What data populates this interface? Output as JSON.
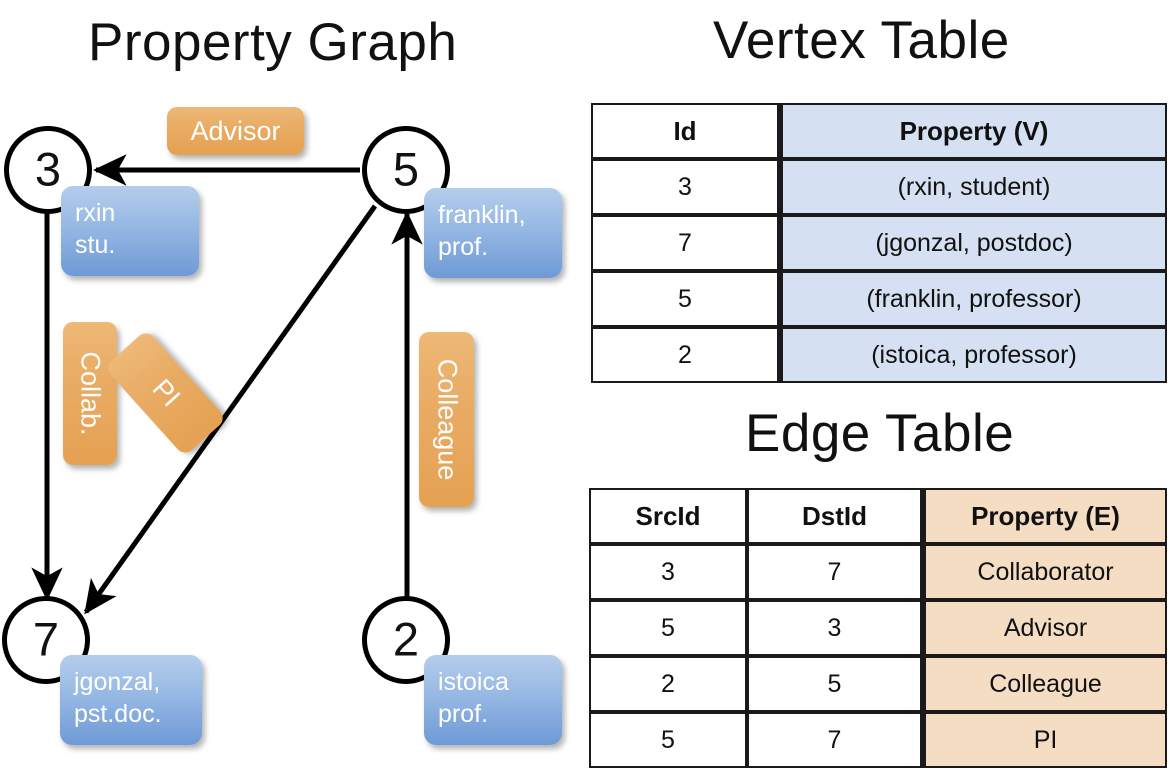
{
  "graph": {
    "title": "Property Graph",
    "vertices": [
      {
        "id": "3",
        "property": "rxin\nstu.",
        "line1": "rxin",
        "line2": "stu."
      },
      {
        "id": "5",
        "property": "franklin, prof.",
        "line1": "franklin,",
        "line2": "prof."
      },
      {
        "id": "7",
        "property": "jgonzal, pst.doc.",
        "line1": "jgonzal,",
        "line2": "pst.doc."
      },
      {
        "id": "2",
        "property": "istoica prof.",
        "line1": "istoica",
        "line2": "prof."
      }
    ],
    "edge_labels": [
      {
        "name": "advisor",
        "text": "Advisor",
        "orientation": "horizontal"
      },
      {
        "name": "collab",
        "text": "Collab.",
        "orientation": "vertical"
      },
      {
        "name": "pi",
        "text": "PI",
        "orientation": "diagonal"
      },
      {
        "name": "colleague",
        "text": "Colleague",
        "orientation": "vertical"
      }
    ],
    "arrows": [
      {
        "from": "5",
        "to": "3",
        "label": "Advisor"
      },
      {
        "from": "3",
        "to": "7",
        "label": "Collab."
      },
      {
        "from": "5",
        "to": "7",
        "label": "PI"
      },
      {
        "from": "2",
        "to": "5",
        "label": "Colleague"
      }
    ]
  },
  "vertex_table": {
    "title": "Vertex Table",
    "columns": [
      "Id",
      "Property (V)"
    ],
    "rows": [
      {
        "id": "3",
        "property": "(rxin, student)"
      },
      {
        "id": "7",
        "property": "(jgonzal, postdoc)"
      },
      {
        "id": "5",
        "property": "(franklin, professor)"
      },
      {
        "id": "2",
        "property": "(istoica, professor)"
      }
    ]
  },
  "edge_table": {
    "title": "Edge Table",
    "columns": [
      "SrcId",
      "DstId",
      "Property (E)"
    ],
    "rows": [
      {
        "src": "3",
        "dst": "7",
        "property": "Collaborator"
      },
      {
        "src": "5",
        "dst": "3",
        "property": "Advisor"
      },
      {
        "src": "2",
        "dst": "5",
        "property": "Colleague"
      },
      {
        "src": "5",
        "dst": "7",
        "property": "PI"
      }
    ]
  },
  "colors": {
    "vertex_property_fill": "#9dbde6",
    "edge_label_fill": "#e8ab63",
    "vertex_table_property_fill": "#d5e0f2",
    "edge_table_property_fill": "#f5ddc4",
    "stroke": "#000000",
    "background": "#ffffff"
  }
}
